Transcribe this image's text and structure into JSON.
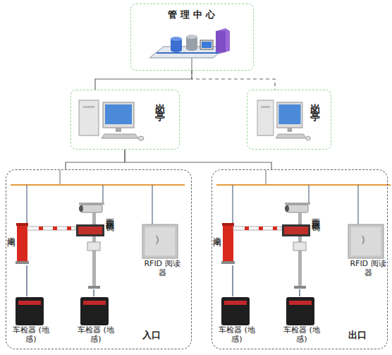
{
  "diagram": {
    "nodes": [
      {
        "text": [
          "管理中心"
        ]
      },
      {
        "text": [
          "岗亭"
        ]
      },
      {
        "text": [
          "岗亭"
        ]
      },
      {
        "text": [
          "入口"
        ]
      },
      {
        "text": [
          "道闸"
        ],
        "in": 3
      },
      {
        "text": [
          "车牌识别一体机"
        ],
        "in": 3
      },
      {
        "text": [
          "RFID 阅读器"
        ],
        "in": 3
      },
      {
        "text": [
          "车检器 (地感)"
        ],
        "in": 3
      },
      {
        "text": [
          "车检器 (地感)"
        ],
        "in": 3
      },
      {
        "text": [
          "出口"
        ]
      },
      {
        "text": [
          "道闸"
        ],
        "in": 9
      },
      {
        "text": [
          "车牌识别一体机"
        ],
        "in": 9
      },
      {
        "text": [
          "RFID 阅读器"
        ],
        "in": 9
      },
      {
        "text": [
          "车检器 (地感)"
        ],
        "in": 9
      },
      {
        "text": [
          "车检器 (地感)"
        ],
        "in": 9
      }
    ],
    "edges": [
      {
        "from": 0,
        "to": 1,
        "arrow": "none"
      },
      {
        "from": 0,
        "to": 2,
        "arrow": "none"
      },
      {
        "from": 1,
        "to": 3,
        "arrow": "none"
      },
      {
        "from": 1,
        "to": 9,
        "arrow": "none"
      },
      {
        "from": 4,
        "to": 7,
        "arrow": "none"
      },
      {
        "from": 5,
        "to": 8,
        "arrow": "none"
      },
      {
        "from": 10,
        "to": 13,
        "arrow": "none"
      },
      {
        "from": 11,
        "to": 14,
        "arrow": "none"
      }
    ]
  }
}
